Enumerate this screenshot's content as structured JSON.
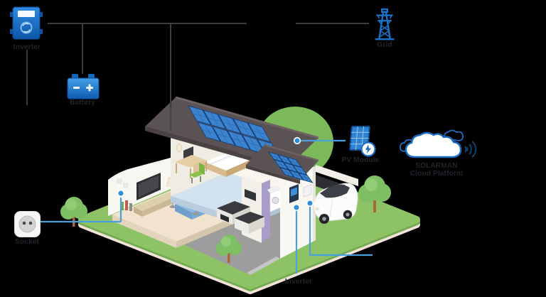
{
  "labels": {
    "inverter_top": "Inverter",
    "battery": "Battery",
    "grid": "Grid",
    "pv_module": "PV Module",
    "cloud_line1": "SOLARMAN",
    "cloud_line2": "Cloud Platform",
    "socket": "Socket",
    "inverter_bottom": "Inverter"
  },
  "colors": {
    "background": "#000000",
    "icon_blue": "#1a72c8",
    "icon_blue_dark": "#0d55a8",
    "connector_dark": "#3c3c3c",
    "connector_blue": "#4aa0dc",
    "dot_blue": "#2e8fd6",
    "label_text": "#23232b",
    "lawn_green": "#8dc365",
    "lawn_side": "#72ab50",
    "lawn_border": "#f2e2d8",
    "roof_dark": "#5b5253",
    "panel_blue": "#3b82cf",
    "wall_white": "#f9f7f2",
    "laundry_purple": "#a89cc9"
  },
  "diagram": {
    "type": "solar-home-energy-system",
    "nodes": [
      {
        "id": "inverter-top",
        "label": "Inverter"
      },
      {
        "id": "battery",
        "label": "Battery"
      },
      {
        "id": "grid",
        "label": "Grid"
      },
      {
        "id": "pv-module",
        "label": "PV Module"
      },
      {
        "id": "cloud-platform",
        "label": "SOLARMAN Cloud Platform"
      },
      {
        "id": "socket",
        "label": "Socket"
      },
      {
        "id": "wall-inverter",
        "label": "Inverter"
      }
    ],
    "connections": [
      {
        "from": "inverter-top",
        "to": "battery"
      },
      {
        "from": "inverter-top",
        "to": "house-antenna"
      },
      {
        "from": "inverter-top",
        "to": "grid"
      },
      {
        "from": "socket",
        "to": "living-room-outlet"
      },
      {
        "from": "pv-module",
        "to": "garage-roof-panels"
      },
      {
        "from": "wall-inverter",
        "to": "inverter-bottom-label"
      }
    ]
  }
}
